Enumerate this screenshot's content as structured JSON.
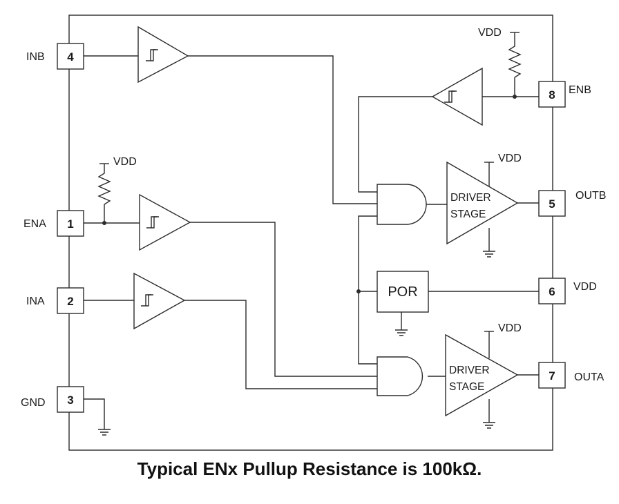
{
  "pins": [
    {
      "num": "4",
      "name": "INB"
    },
    {
      "num": "1",
      "name": "ENA"
    },
    {
      "num": "2",
      "name": "INA"
    },
    {
      "num": "3",
      "name": "GND"
    },
    {
      "num": "8",
      "name": "ENB"
    },
    {
      "num": "5",
      "name": "OUTB"
    },
    {
      "num": "6",
      "name": "VDD"
    },
    {
      "num": "7",
      "name": "OUTA"
    }
  ],
  "supply": {
    "vdd": "VDD"
  },
  "blocks": {
    "por": "POR",
    "driver_line1": "DRIVER",
    "driver_line2": "STAGE"
  },
  "caption": "Typical ENx Pullup Resistance is 100kΩ."
}
